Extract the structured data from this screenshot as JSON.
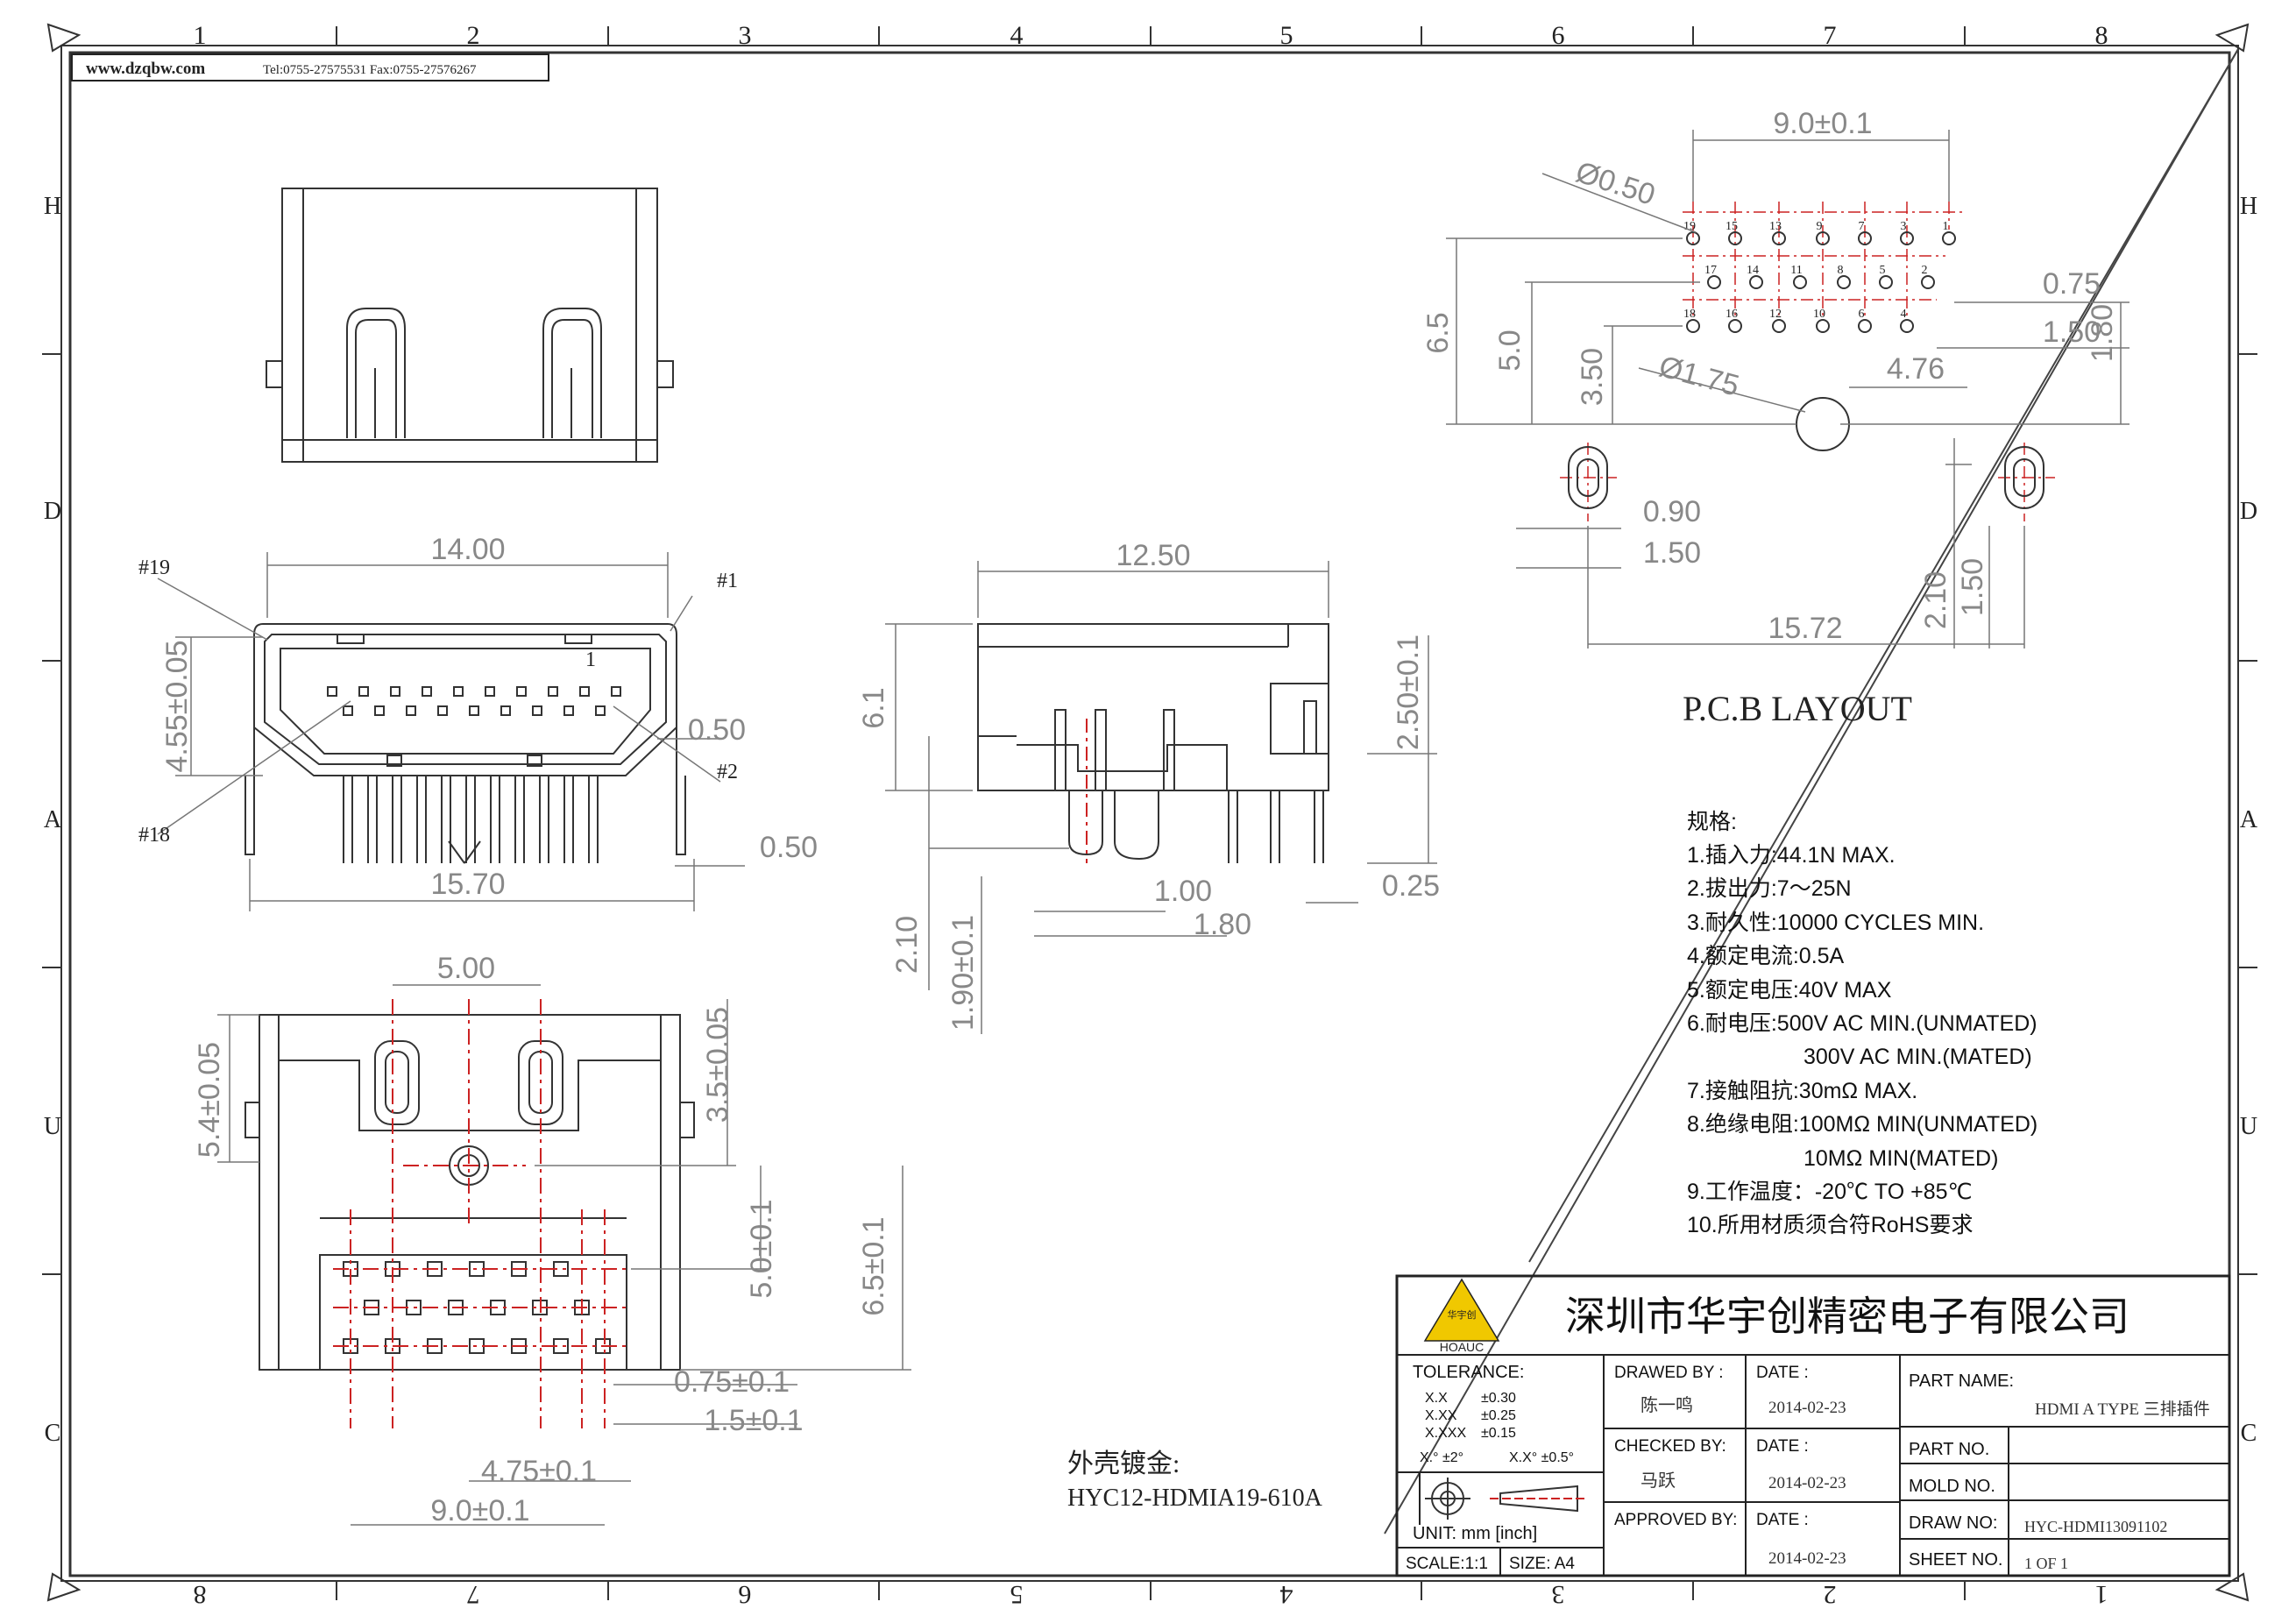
{
  "header": {
    "website": "www.dzqbw.com",
    "contact": "Tel:0755-27575531 Fax:0755-27576267"
  },
  "border": {
    "columns_top": [
      "1",
      "2",
      "3",
      "4",
      "5",
      "6",
      "7",
      "8"
    ],
    "columns_bottom": [
      "8",
      "7",
      "6",
      "5",
      "4",
      "3",
      "2",
      "1"
    ],
    "rows_left": [
      "H",
      "D",
      "A",
      "U",
      "C"
    ],
    "rows_right": [
      "H",
      "D",
      "A",
      "U",
      "C"
    ]
  },
  "dimensions": {
    "top_view": [],
    "front_view": {
      "width": "14.00",
      "height": "4.55±0.05",
      "pin19": "#19",
      "pin1": "#1",
      "pin2": "#2",
      "pin18": "#18",
      "pitch": "0.50",
      "lead": "0.50",
      "overall": "15.70",
      "pin_mark": "1"
    },
    "side_view": {
      "length": "12.50",
      "height": "6.1",
      "standoff": "2.50±0.1",
      "d1": "1.00",
      "d2": "1.80",
      "d3": "0.25",
      "d4": "2.10",
      "d5": "1.90±0.1"
    },
    "bottom_view": {
      "d1": "5.00",
      "d2": "5.4±0.05",
      "d3": "3.5±0.05",
      "d4": "5.0±0.1",
      "d5": "6.5±0.1",
      "d6": "0.75±0.1",
      "d7": "1.5±0.1",
      "d8": "4.75±0.1",
      "d9": "9.0±0.1"
    },
    "pcb": {
      "w": "9.0±0.1",
      "hole": "Ø0.50",
      "h1": "6.5",
      "h2": "5.0",
      "h3": "3.50",
      "peg": "Ø1.75",
      "p1": "0.75",
      "p2": "1.50",
      "p3": "4.76",
      "p4": "1.80",
      "s1": "0.90",
      "s2": "1.50",
      "s3": "2.10",
      "s4": "1.50",
      "total": "15.72"
    }
  },
  "pcb_pins": {
    "row1": [
      "19",
      "15",
      "13",
      "9",
      "7",
      "3",
      "1"
    ],
    "row2": [
      "17",
      "14",
      "11",
      "8",
      "5",
      "2"
    ],
    "row3": [
      "18",
      "16",
      "12",
      "10",
      "6",
      "4"
    ]
  },
  "pcb_title": "P.C.B LAYOUT",
  "specs": {
    "heading": "规格:",
    "items": [
      "1.插入力:44.1N MAX.",
      "2.拔出力:7～25N",
      "3.耐久性:10000 CYCLES MIN.",
      "4.额定电流:0.5A",
      "5.额定电压:40V MAX",
      "6.耐电压:500V AC MIN.(UNMATED)",
      "300V AC MIN.(MATED)",
      "7.接触阻抗:30mΩ  MAX.",
      "8.绝缘电阻:100MΩ  MIN(UNMATED)",
      "10MΩ  MIN(MATED)",
      "9.工作温度：-20℃ TO +85℃",
      "10.所用材质须合符RoHS要求"
    ]
  },
  "plating": {
    "label": "外壳镀金:",
    "part": "HYC12-HDMIA19-610A"
  },
  "title_block": {
    "company": "深圳市华宇创精密电子有限公司",
    "logo_text": "HOAUC",
    "logo_cn": "华宇创",
    "tolerance_label": "TOLERANCE:",
    "tolerances": [
      {
        "k": "X.X",
        "v": "±0.30"
      },
      {
        "k": "X.XX",
        "v": "±0.25"
      },
      {
        "k": "X.XXX",
        "v": "±0.15"
      }
    ],
    "angle1": "X.° ±2°",
    "angle2": "X.X° ±0.5°",
    "unit": "UNIT:  mm  [inch]",
    "scale": "SCALE:1:1",
    "size": "SIZE: A4",
    "drawn_by_label": "DRAWED BY :",
    "drawn_by": "陈一鸣",
    "checked_by_label": "CHECKED BY:",
    "checked_by": "马跃",
    "approved_by_label": "APPROVED BY:",
    "date_label": "DATE :",
    "date1": "2014-02-23",
    "date2": "2014-02-23",
    "date3": "2014-02-23",
    "part_name_label": "PART NAME:",
    "part_name": "HDMI A TYPE 三排插件",
    "part_no_label": "PART NO.",
    "mold_no_label": "MOLD NO.",
    "draw_no_label": "DRAW NO:",
    "draw_no": "HYC-HDMI13091102",
    "sheet_no_label": "SHEET NO.",
    "sheet_no": "1 OF 1"
  }
}
